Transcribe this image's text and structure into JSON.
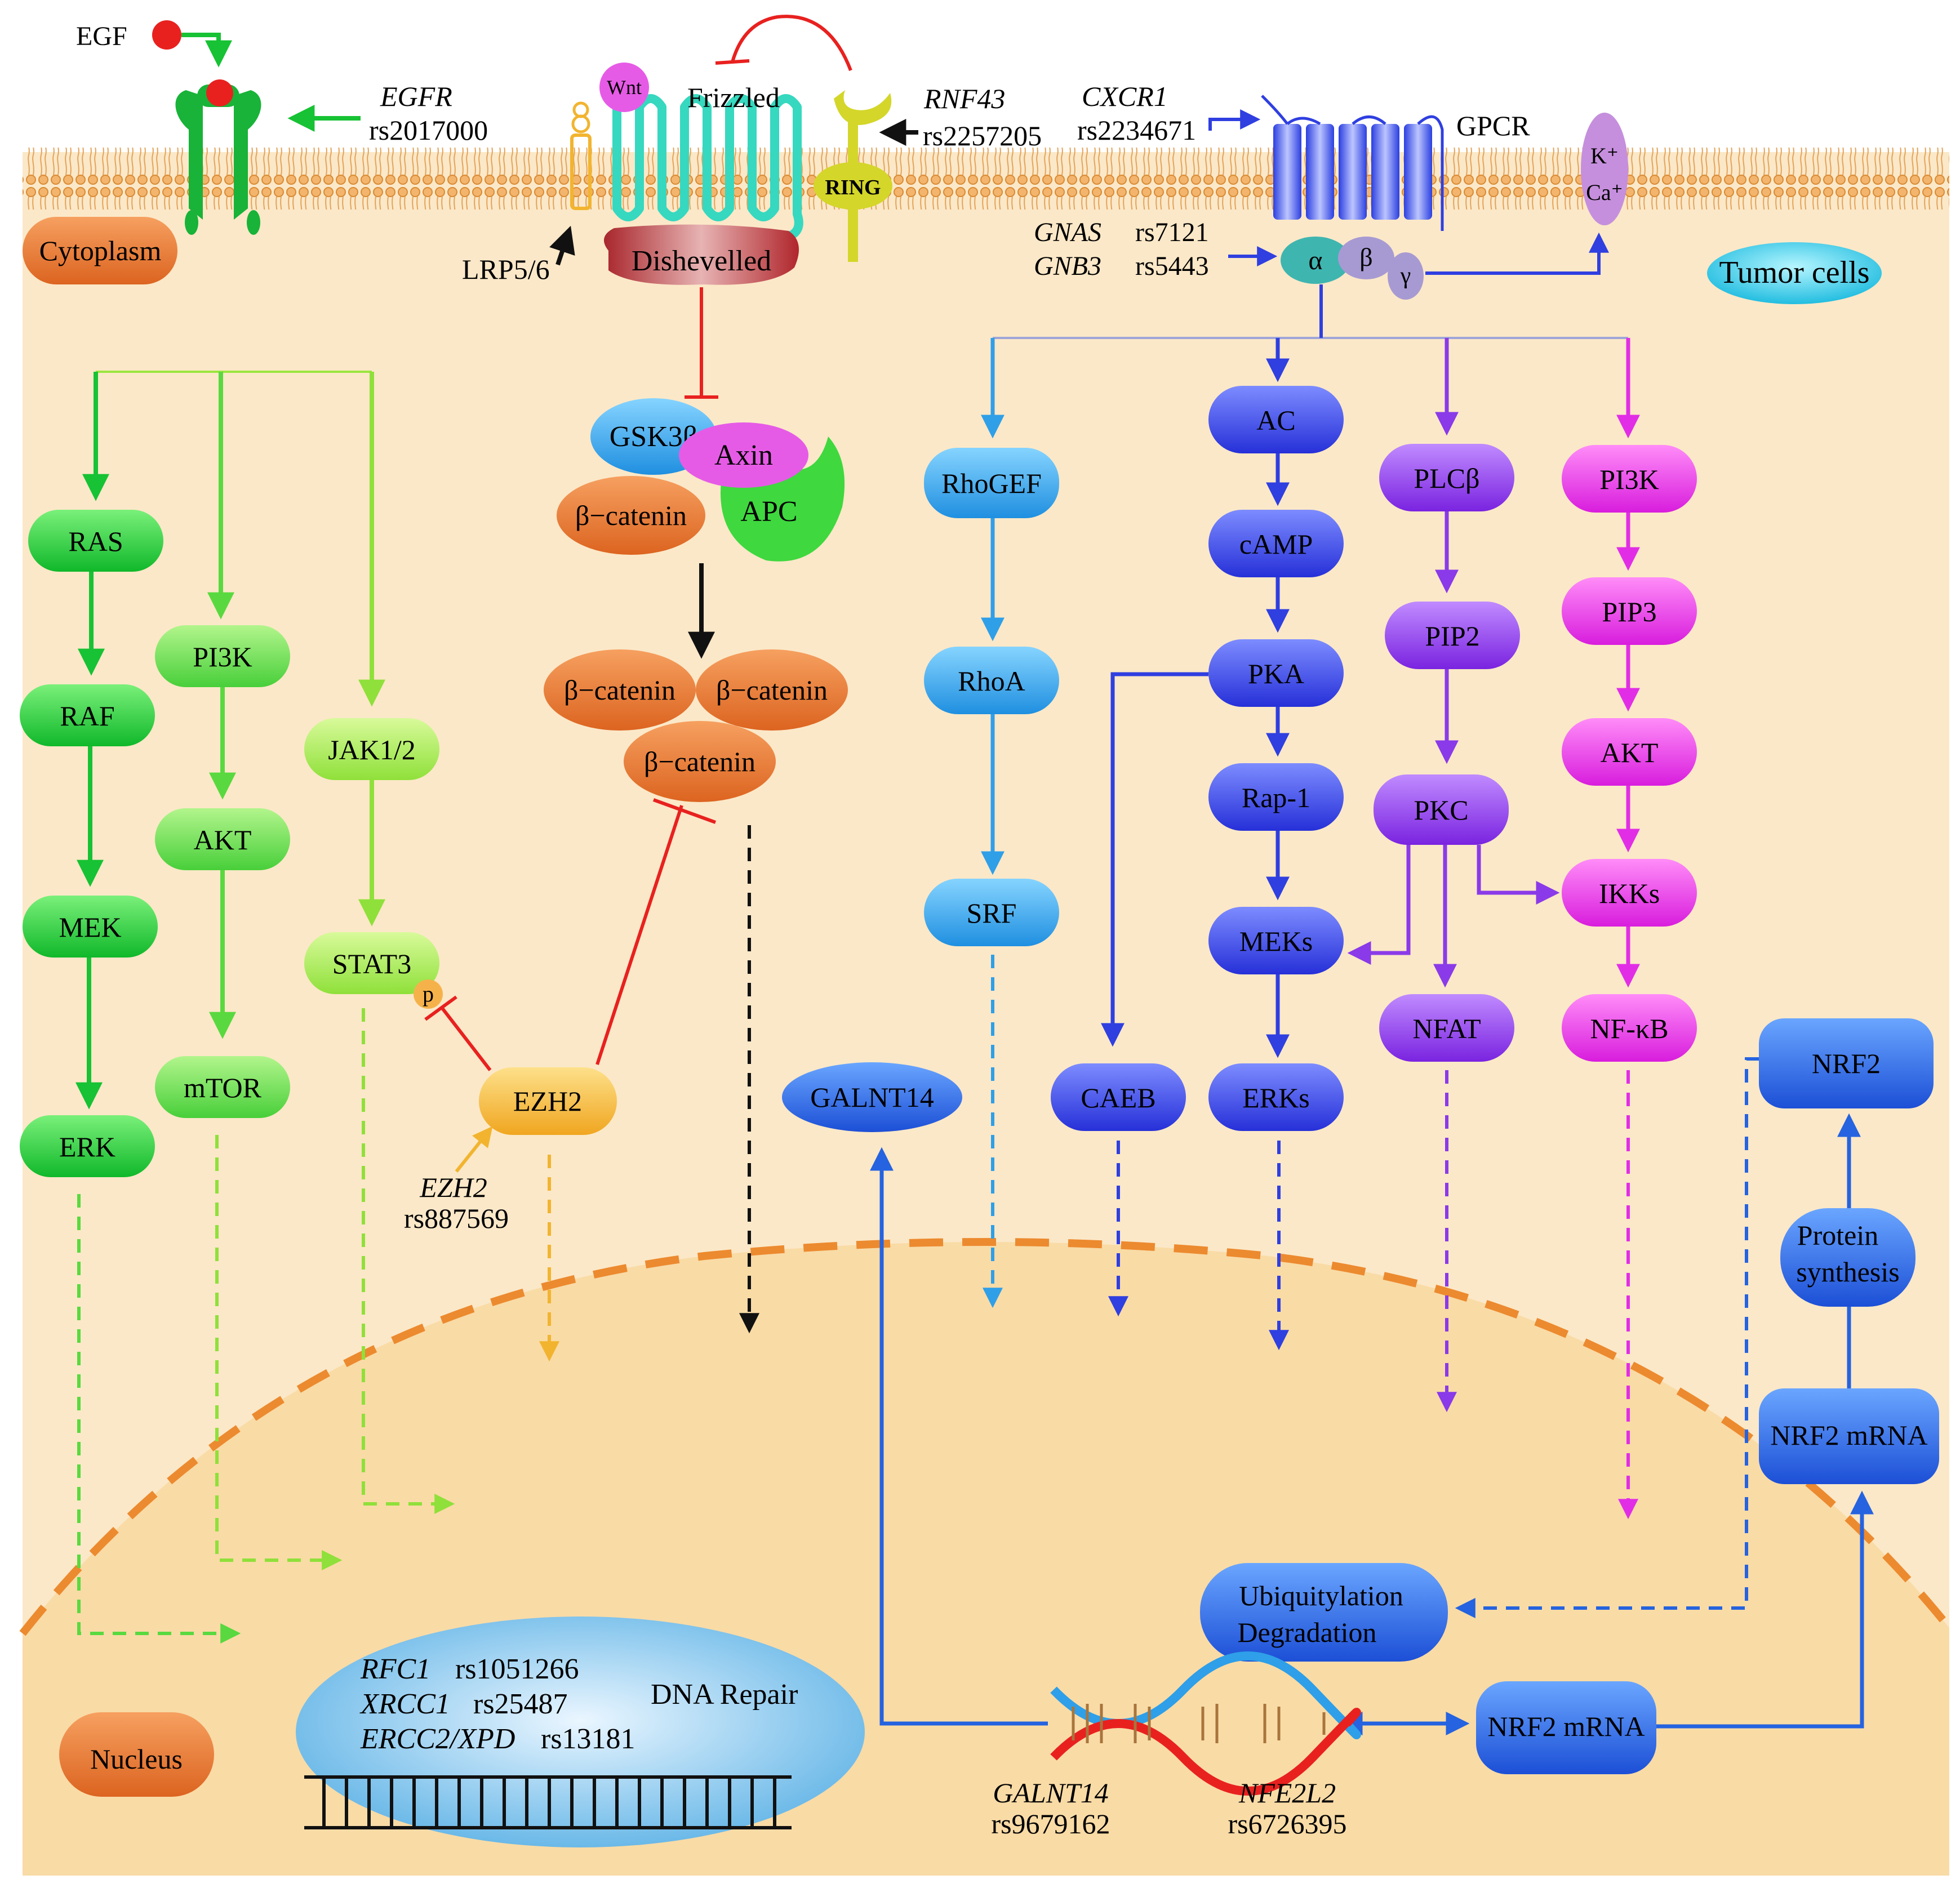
{
  "colors": {
    "cell_bg": "#fbe8c8",
    "nucleus_bg": "#f9dba6",
    "nucleus_border": "#ec8a2f",
    "membrane_head": "#f3b56d",
    "green_dark": "#17c234",
    "green_mid": "#59d93f",
    "green_light": "#9be53f",
    "orange": "#e8762d",
    "blue_light": "#2f9fe8",
    "blue_mid": "#3f53e8",
    "purple": "#8a3ae8",
    "magenta": "#e12ee6",
    "blue_nrf": "#2d68e5",
    "red": "#e8211f",
    "ezh2": "#f2b42f"
  },
  "receptors": {
    "egf": "EGF",
    "egfr_gene": "EGFR",
    "egfr_snp": "rs2017000",
    "wnt": "Wnt",
    "frizzled": "Frizzled",
    "lrp": "LRP5/6",
    "dishevelled": "Dishevelled",
    "rnf43_gene": "RNF43",
    "rnf43_snp": "rs2257205",
    "ring": "RING",
    "cxcr1_gene": "CXCR1",
    "cxcr1_snp": "rs2234671",
    "gpcr": "GPCR",
    "gnas_gene": "GNAS",
    "gnas_snp": "rs7121",
    "gnb3_gene": "GNB3",
    "gnb3_snp": "rs5443",
    "alpha": "α",
    "beta": "β",
    "gamma": "γ",
    "k": "K⁺",
    "ca": "Ca⁺"
  },
  "compartments": {
    "cytoplasm": "Cytoplasm",
    "tumor_cells": "Tumor cells",
    "nucleus": "Nucleus"
  },
  "nodes": {
    "ras": "RAS",
    "raf": "RAF",
    "mek": "MEK",
    "erk": "ERK",
    "pi3k_left": "PI3K",
    "akt_left": "AKT",
    "mtor": "mTOR",
    "jak": "JAK1/2",
    "stat3": "STAT3",
    "p": "p",
    "ezh2": "EZH2",
    "ezh2_gene": "EZH2",
    "ezh2_snp": "rs887569",
    "gsk3b": "GSK3β",
    "axin": "Axin",
    "apc": "APC",
    "bcat": "β−catenin",
    "rhogef": "RhoGEF",
    "rhoa": "RhoA",
    "srf": "SRF",
    "ac": "AC",
    "camp": "cAMP",
    "pka": "PKA",
    "rap1": "Rap-1",
    "meks": "MEKs",
    "erks": "ERKs",
    "caeb": "CAEB",
    "galnt14": "GALNT14",
    "plcb": "PLCβ",
    "pip2": "PIP2",
    "pkc": "PKC",
    "nfat": "NFAT",
    "pi3k_right": "PI3K",
    "pip3": "PIP3",
    "akt_right": "AKT",
    "ikks": "IKKs",
    "nfkb": "NF-κB",
    "nrf2": "NRF2",
    "protein_synthesis_1": "Protein",
    "protein_synthesis_2": "synthesis",
    "nrf2_mrna_upper": "NRF2 mRNA",
    "nrf2_mrna_lower": "NRF2 mRNA",
    "ubiq_1": "Ubiquitylation",
    "ubiq_2": "Degradation"
  },
  "dna_repair": {
    "rfc1_gene": "RFC1",
    "rfc1_snp": "rs1051266",
    "xrcc1_gene": "XRCC1",
    "xrcc1_snp": "rs25487",
    "ercc2_gene": "ERCC2/XPD",
    "ercc2_snp": "rs13181",
    "label": "DNA Repair"
  },
  "dna_genes": {
    "galnt14_gene": "GALNT14",
    "galnt14_snp": "rs9679162",
    "nfe2l2_gene": "NFE2L2",
    "nfe2l2_snp": "rs6726395"
  }
}
